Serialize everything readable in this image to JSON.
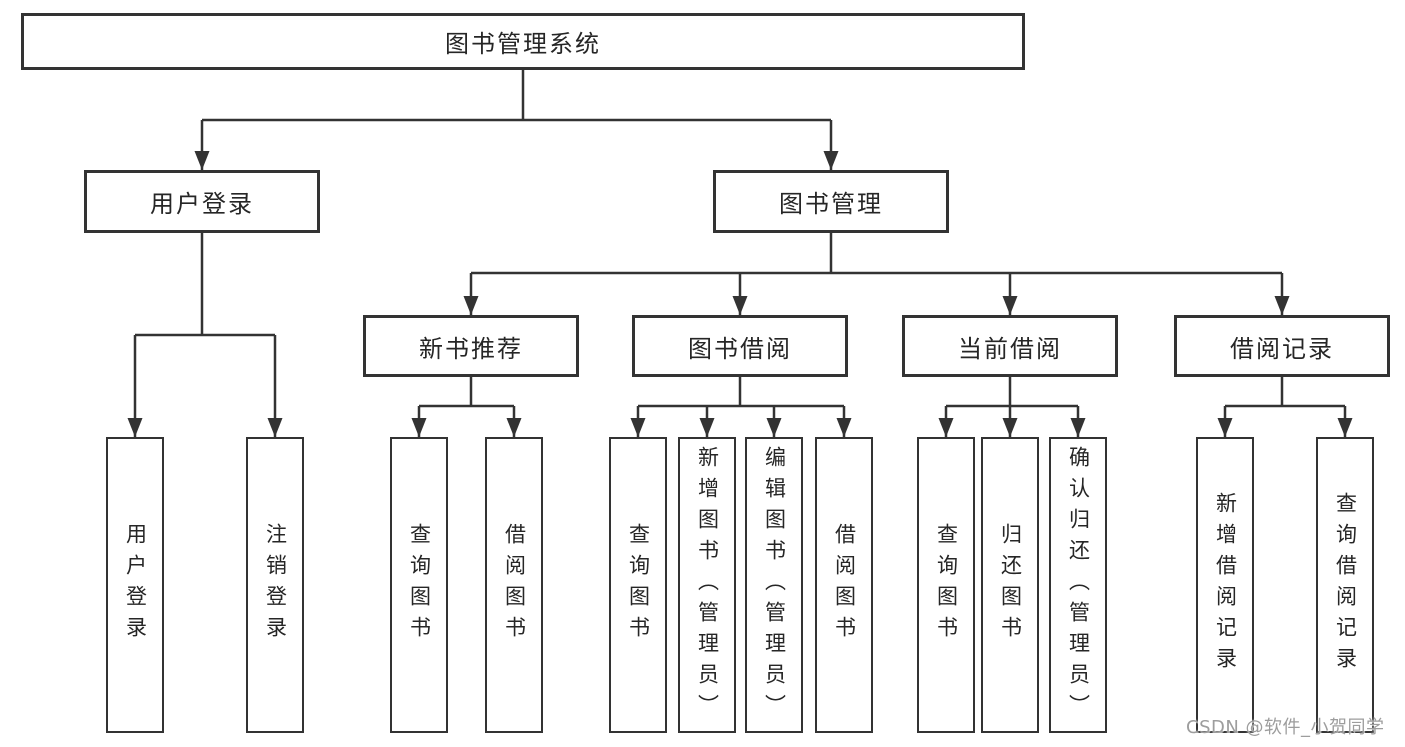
{
  "colors": {
    "line": "#333333",
    "box_border": "#333333",
    "text": "#262626",
    "watermark": "#9d9d9d",
    "background": "#ffffff"
  },
  "watermark": "CSDN @软件_小贺同学",
  "diagram": {
    "title": "图书管理系统",
    "root": {
      "label": "图书管理系统"
    },
    "level2": [
      {
        "label": "用户登录"
      },
      {
        "label": "图书管理"
      }
    ],
    "level3": [
      {
        "label": "新书推荐",
        "parent": "图书管理"
      },
      {
        "label": "图书借阅",
        "parent": "图书管理"
      },
      {
        "label": "当前借阅",
        "parent": "图书管理"
      },
      {
        "label": "借阅记录",
        "parent": "图书管理"
      }
    ],
    "leaves": [
      {
        "label": "用户登录",
        "parent": "用户登录"
      },
      {
        "label": "注销登录",
        "parent": "用户登录"
      },
      {
        "label": "查询图书",
        "parent": "新书推荐"
      },
      {
        "label": "借阅图书",
        "parent": "新书推荐"
      },
      {
        "label": "查询图书",
        "parent": "图书借阅"
      },
      {
        "label": "新增图书（管理员）",
        "parent": "图书借阅"
      },
      {
        "label": "编辑图书（管理员）",
        "parent": "图书借阅"
      },
      {
        "label": "借阅图书",
        "parent": "图书借阅"
      },
      {
        "label": "查询图书",
        "parent": "当前借阅"
      },
      {
        "label": "归还图书",
        "parent": "当前借阅"
      },
      {
        "label": "确认归还（管理员）",
        "parent": "当前借阅"
      },
      {
        "label": "新增借阅记录",
        "parent": "借阅记录"
      },
      {
        "label": "查询借阅记录",
        "parent": "借阅记录"
      }
    ]
  }
}
